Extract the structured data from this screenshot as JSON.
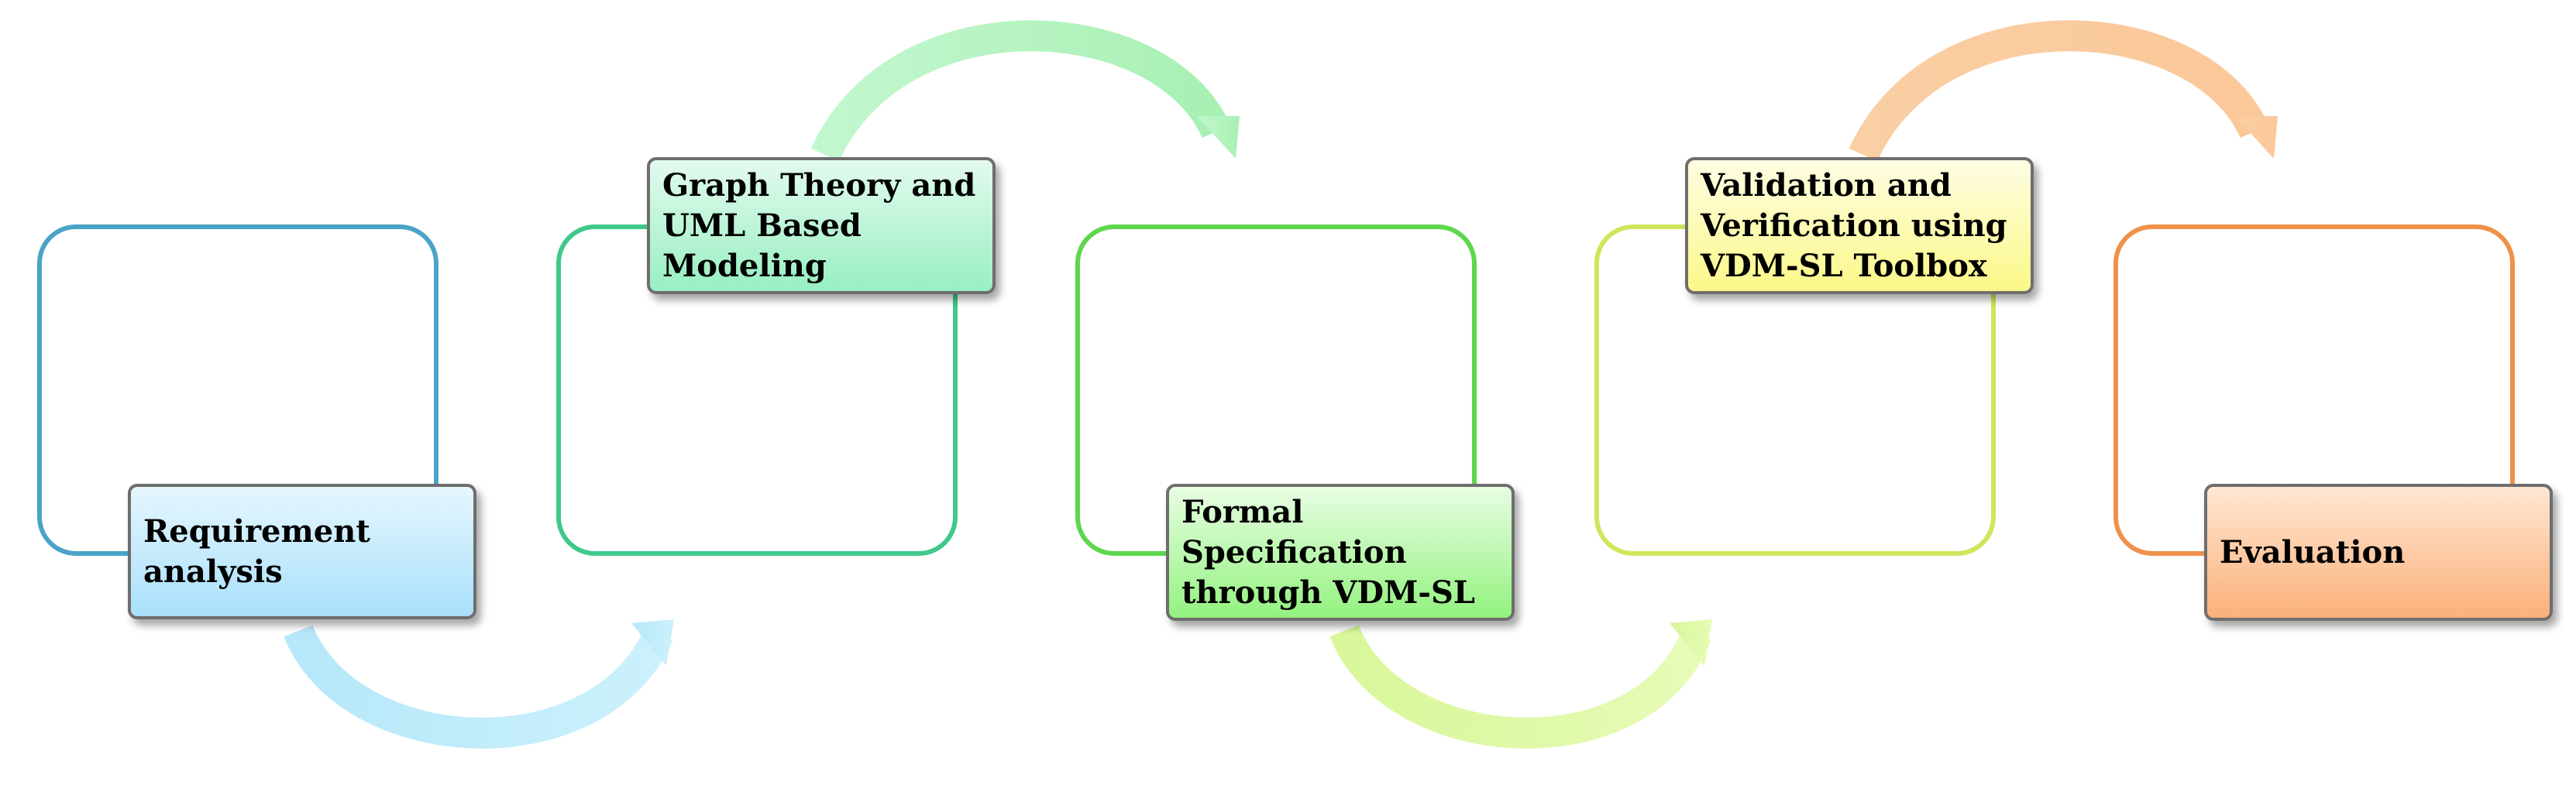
{
  "steps": [
    {
      "label": "Requirement\nanalysis",
      "frame_color": "#4aa3c8",
      "box_gradient": [
        "#e6f6fe",
        "#a9e0fb"
      ]
    },
    {
      "label": "Graph Theory and\nUML Based\nModeling",
      "frame_color": "#3fc98a",
      "box_gradient": [
        "#e3faee",
        "#98efc2"
      ]
    },
    {
      "label": "Formal\nSpecification\nthrough VDM-SL",
      "frame_color": "#5ed64e",
      "box_gradient": [
        "#e8fde3",
        "#93f27f"
      ]
    },
    {
      "label": "Validation and\nVerification using\nVDM-SL Toolbox",
      "frame_color": "#cfe65a",
      "box_gradient": [
        "#fffde3",
        "#fbf889"
      ]
    },
    {
      "label": "Evaluation",
      "frame_color": "#f0914a",
      "box_gradient": [
        "#ffe7d3",
        "#fbb07a"
      ]
    }
  ],
  "arrows": [
    {
      "color_from": "#b6e8f9",
      "color_to": "#ccf1fd"
    },
    {
      "color_from": "#c3f7cf",
      "color_to": "#a8f0b4"
    },
    {
      "color_from": "#d8f79a",
      "color_to": "#e7fbb6"
    },
    {
      "color_from": "#f9cfa3",
      "color_to": "#fbc89a"
    }
  ]
}
